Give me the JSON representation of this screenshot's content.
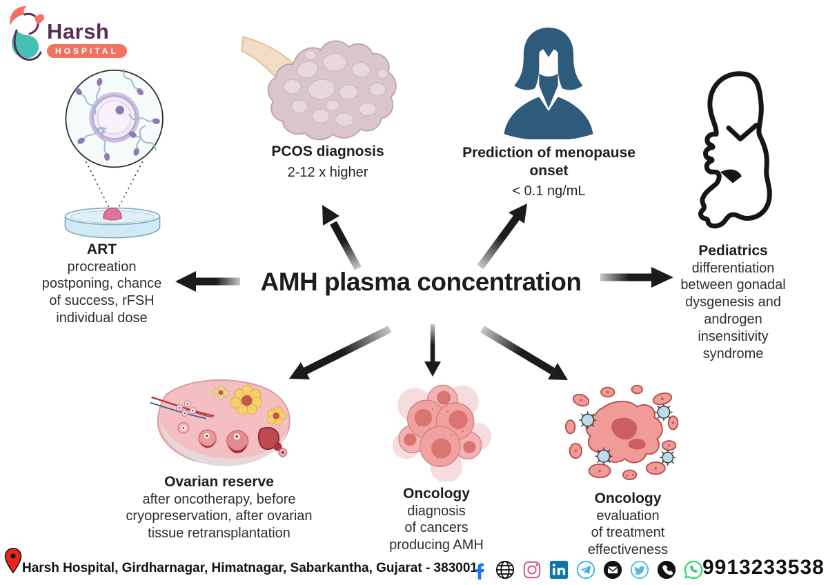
{
  "brand": {
    "name": "Harsh",
    "badge": "HOSPITAL",
    "logo_icon": "mother-with-heart-logo",
    "colors": {
      "purple": "#5b2a58",
      "coral": "#f4715f",
      "teal": "#45c1b4"
    }
  },
  "center": {
    "title": "AMH plasma concentration"
  },
  "nodes": {
    "art": {
      "title": "ART",
      "lines": [
        "procreation",
        "postponing, chance",
        "of success, rFSH",
        "individual dose"
      ],
      "illustration": "sperm-egg-petri-dish"
    },
    "pcos": {
      "title": "PCOS diagnosis",
      "value": "2-12 x higher",
      "illustration": "polycystic-ovary"
    },
    "menopause": {
      "title_lines": [
        "Prediction of menopause",
        "onset"
      ],
      "value": "< 0.1 ng/mL",
      "illustration": "woman-silhouette"
    },
    "pediatrics": {
      "title": "Pediatrics",
      "lines": [
        "differentiation",
        "between gonadal",
        "dysgenesis and",
        "androgen",
        "insensitivity",
        "syndrome"
      ],
      "illustration": "fetus-outline"
    },
    "ovarian_reserve": {
      "title": "Ovarian reserve",
      "lines": [
        "after oncotherapy, before",
        "cryopreservation, after ovarian",
        "tissue retransplantation"
      ],
      "illustration": "ovary-cross-section"
    },
    "oncology_diagnosis": {
      "title": "Oncology",
      "lines": [
        "diagnosis",
        "of cancers",
        "producing AMH"
      ],
      "illustration": "cancer-cell-cluster"
    },
    "oncology_treatment": {
      "title": "Oncology",
      "lines": [
        "evaluation",
        "of treatment",
        "effectiveness"
      ],
      "illustration": "tumor-with-drug-particles"
    }
  },
  "arrows": {
    "color_head": "#1b1b1b",
    "color_tail": "#c6c6c6",
    "directions": [
      "left-to-art",
      "up-left-to-pcos",
      "up-right-to-menopause",
      "right-to-pediatrics",
      "down-left-to-ovarian-reserve",
      "down-to-oncology-diagnosis",
      "down-right-to-oncology-treatment"
    ]
  },
  "footer": {
    "address": "Harsh Hospital, Girdharnagar, Himatnagar, Sabarkantha, Gujarat - 383001",
    "phone": "9913233538",
    "social_icons": [
      "facebook",
      "globe",
      "instagram",
      "linkedin",
      "telegram",
      "email",
      "twitter",
      "phone",
      "whatsapp"
    ],
    "social_colors": {
      "facebook": "#1877f2",
      "linkedin": "#0e76a8",
      "telegram": "#37aee2",
      "twitter": "#57b8df",
      "whatsapp": "#25d366",
      "instagram": "#c74f6e",
      "pin": "#e8261d"
    }
  }
}
